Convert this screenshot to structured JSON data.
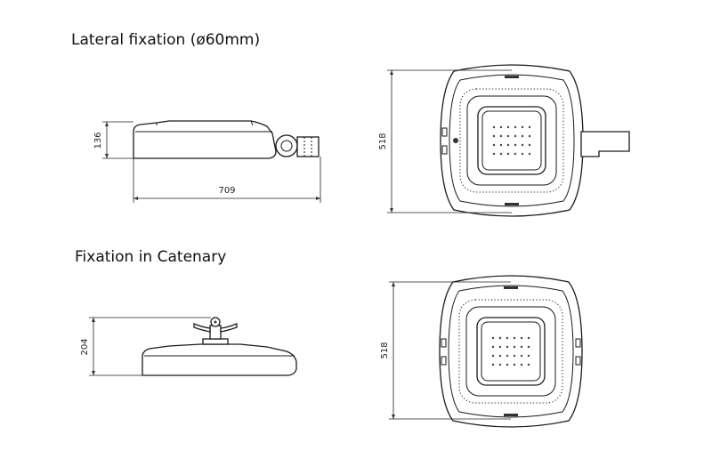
{
  "sections": {
    "lateral": {
      "title": "Lateral fixation (ø60mm)"
    },
    "catenary": {
      "title": "Fixation in Catenary"
    }
  },
  "dimensions": {
    "lateral_height": "136",
    "lateral_length": "709",
    "lateral_top_view": "518",
    "catenary_height": "204",
    "catenary_top_view": "518"
  }
}
